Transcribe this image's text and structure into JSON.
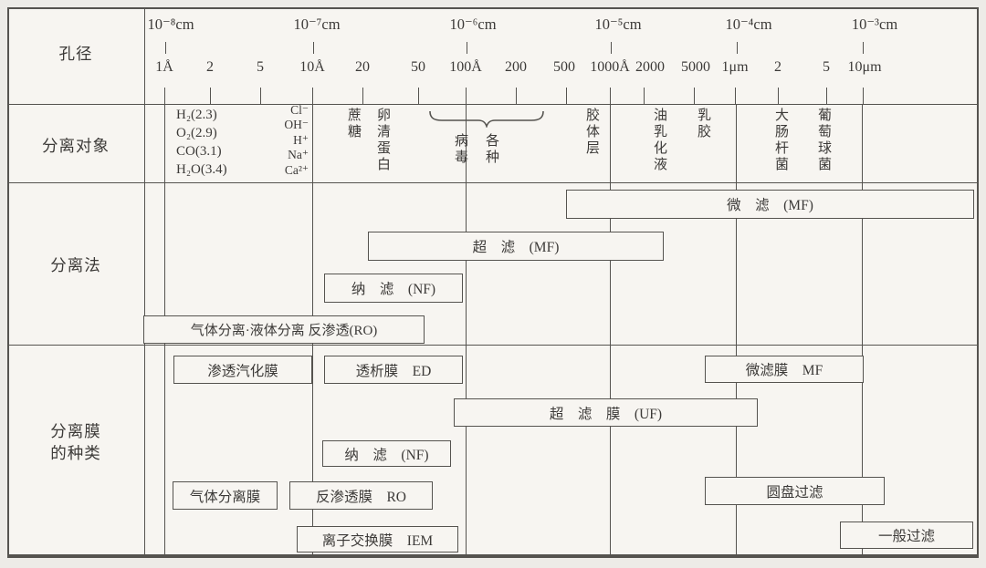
{
  "colors": {
    "background": "#f7f5f1",
    "line": "#55534f",
    "text": "#3c3a38"
  },
  "row_labels": {
    "pore_size": "孔径",
    "objects": "分离对象",
    "methods": "分离法",
    "membranes_line1": "分离膜",
    "membranes_line2": "的种类"
  },
  "scale": {
    "cm_labels": [
      "10⁻⁸cm",
      "10⁻⁷cm",
      "10⁻⁶cm",
      "10⁻⁵cm",
      "10⁻⁴cm",
      "10⁻³cm"
    ],
    "tick_labels": [
      "1Å",
      "2",
      "5",
      "10Å",
      "20",
      "50",
      "100Å",
      "200",
      "500",
      "1000Å",
      "2000",
      "5000",
      "1μm",
      "2",
      "5",
      "10μm"
    ]
  },
  "objects": {
    "gases": [
      "H₂(2.3)",
      "O₂(2.9)",
      "CO(3.1)",
      "H₂O(3.4)"
    ],
    "ions": [
      "Cl⁻",
      "OH⁻",
      "H⁺",
      "Na⁺",
      "Ca²⁺"
    ],
    "sucrose": "蔗糖",
    "ovalbumin": "卵清蛋白",
    "viruses_col_left": "病毒",
    "viruses_col_right": "各种",
    "colloid_layer": "胶体层",
    "oil_emulsion": "油乳化液",
    "latex": "乳胶",
    "e_coli": "大肠杆菌",
    "staphylococcus": "葡萄球菌"
  },
  "methods": {
    "microfiltration": "微　滤　(MF)",
    "ultrafiltration": "超　滤　(MF)",
    "nanofiltration": "纳　滤　(NF)",
    "reverse_osmosis": "气体分离·液体分离 反渗透(RO)"
  },
  "membranes": {
    "pervaporation": "渗透汽化膜",
    "dialysis": "透析膜　ED",
    "microfiltration": "微滤膜　MF",
    "ultrafiltration": "超　滤　膜　(UF)",
    "nanofiltration": "纳　滤　(NF)",
    "gas_separation": "气体分离膜",
    "reverse_osmosis": "反渗透膜　RO",
    "disc_filtration": "圆盘过滤",
    "ion_exchange": "离子交换膜　IEM",
    "general_filtration": "一般过滤"
  }
}
